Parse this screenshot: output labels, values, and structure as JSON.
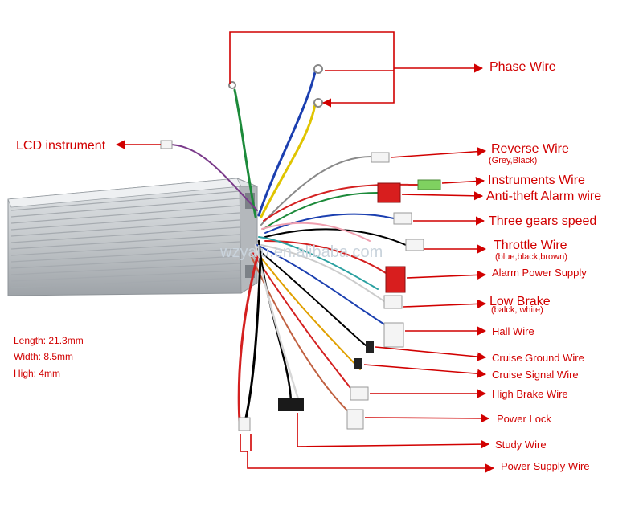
{
  "labels": {
    "phase": "Phase Wire",
    "lcd": "LCD instrument",
    "reverse": "Reverse Wire",
    "reverse_sub": "(Grey,Black)",
    "instruments": "Instruments Wire",
    "antitheft": "Anti-theft Alarm wire",
    "three_gears": "Three gears speed",
    "throttle": "Throttle Wire",
    "throttle_sub": "(blue,black,brown)",
    "alarm_power": "Alarm Power Supply",
    "low_brake": "Low Brake",
    "low_brake_sub": "(balck, white)",
    "hall": "Hall Wire",
    "cruise_ground": "Cruise Ground Wire",
    "cruise_signal": "Cruise Signal Wire",
    "high_brake": "High Brake Wire",
    "power_lock": "Power Lock",
    "study": "Study Wire",
    "power_supply": "Power Supply Wire"
  },
  "specs": {
    "length": "Length: 21.3mm",
    "width": "Width: 8.5mm",
    "high": "High: 4mm"
  },
  "watermark": "wzyalu.en.alibaba.com",
  "colors": {
    "annotation": "#d10000",
    "housing": "#c4c8cc"
  }
}
